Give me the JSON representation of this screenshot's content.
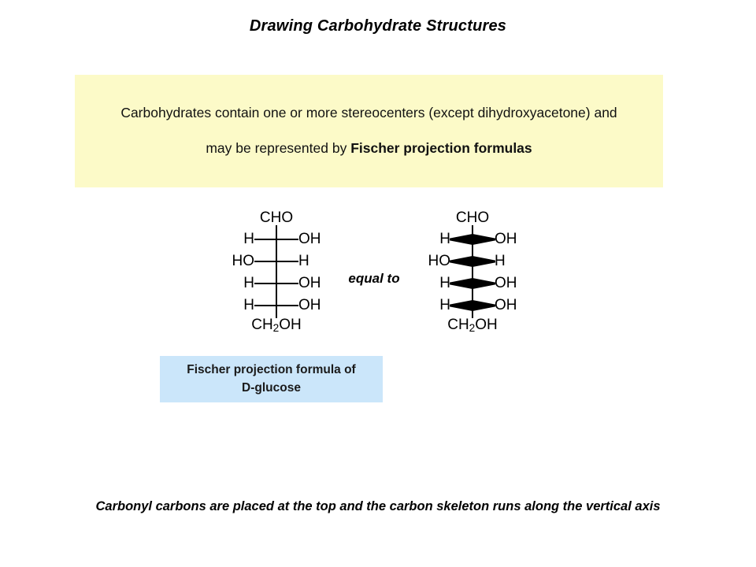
{
  "slide": {
    "title": "Drawing Carbohydrate Structures",
    "background_color": "#ffffff"
  },
  "callout": {
    "background_color": "#fcfac8",
    "line1": "Carbohydrates contain one or more stereocenters  (except dihydroxyacetone) and",
    "line2_prefix": "may be represented  by ",
    "line2_bold": "Fischer projection formulas"
  },
  "connector": {
    "label": "equal to"
  },
  "structures": {
    "left": {
      "name": "fischer-projection-plain",
      "bond_style": "plain-line",
      "top_group": "CHO",
      "bottom_group": "CH",
      "bottom_sub": "2",
      "bottom_group_tail": "OH",
      "rows": [
        {
          "left": "H",
          "right": "OH"
        },
        {
          "left": "HO",
          "right": "H"
        },
        {
          "left": "H",
          "right": "OH"
        },
        {
          "left": "H",
          "right": "OH"
        }
      ]
    },
    "right": {
      "name": "fischer-projection-wedge",
      "bond_style": "bold-wedge",
      "top_group": "CHO",
      "bottom_group": "CH",
      "bottom_sub": "2",
      "bottom_group_tail": "OH",
      "rows": [
        {
          "left": "H",
          "right": "OH"
        },
        {
          "left": "HO",
          "right": "H"
        },
        {
          "left": "H",
          "right": "OH"
        },
        {
          "left": "H",
          "right": "OH"
        }
      ]
    }
  },
  "caption_box": {
    "background_color": "#cbe6fa",
    "line1": "Fischer projection formula of",
    "line2": "D-glucose"
  },
  "bottom_caption": {
    "text": "Carbonyl carbons are placed at the top and the carbon skeleton runs along the vertical axis"
  }
}
